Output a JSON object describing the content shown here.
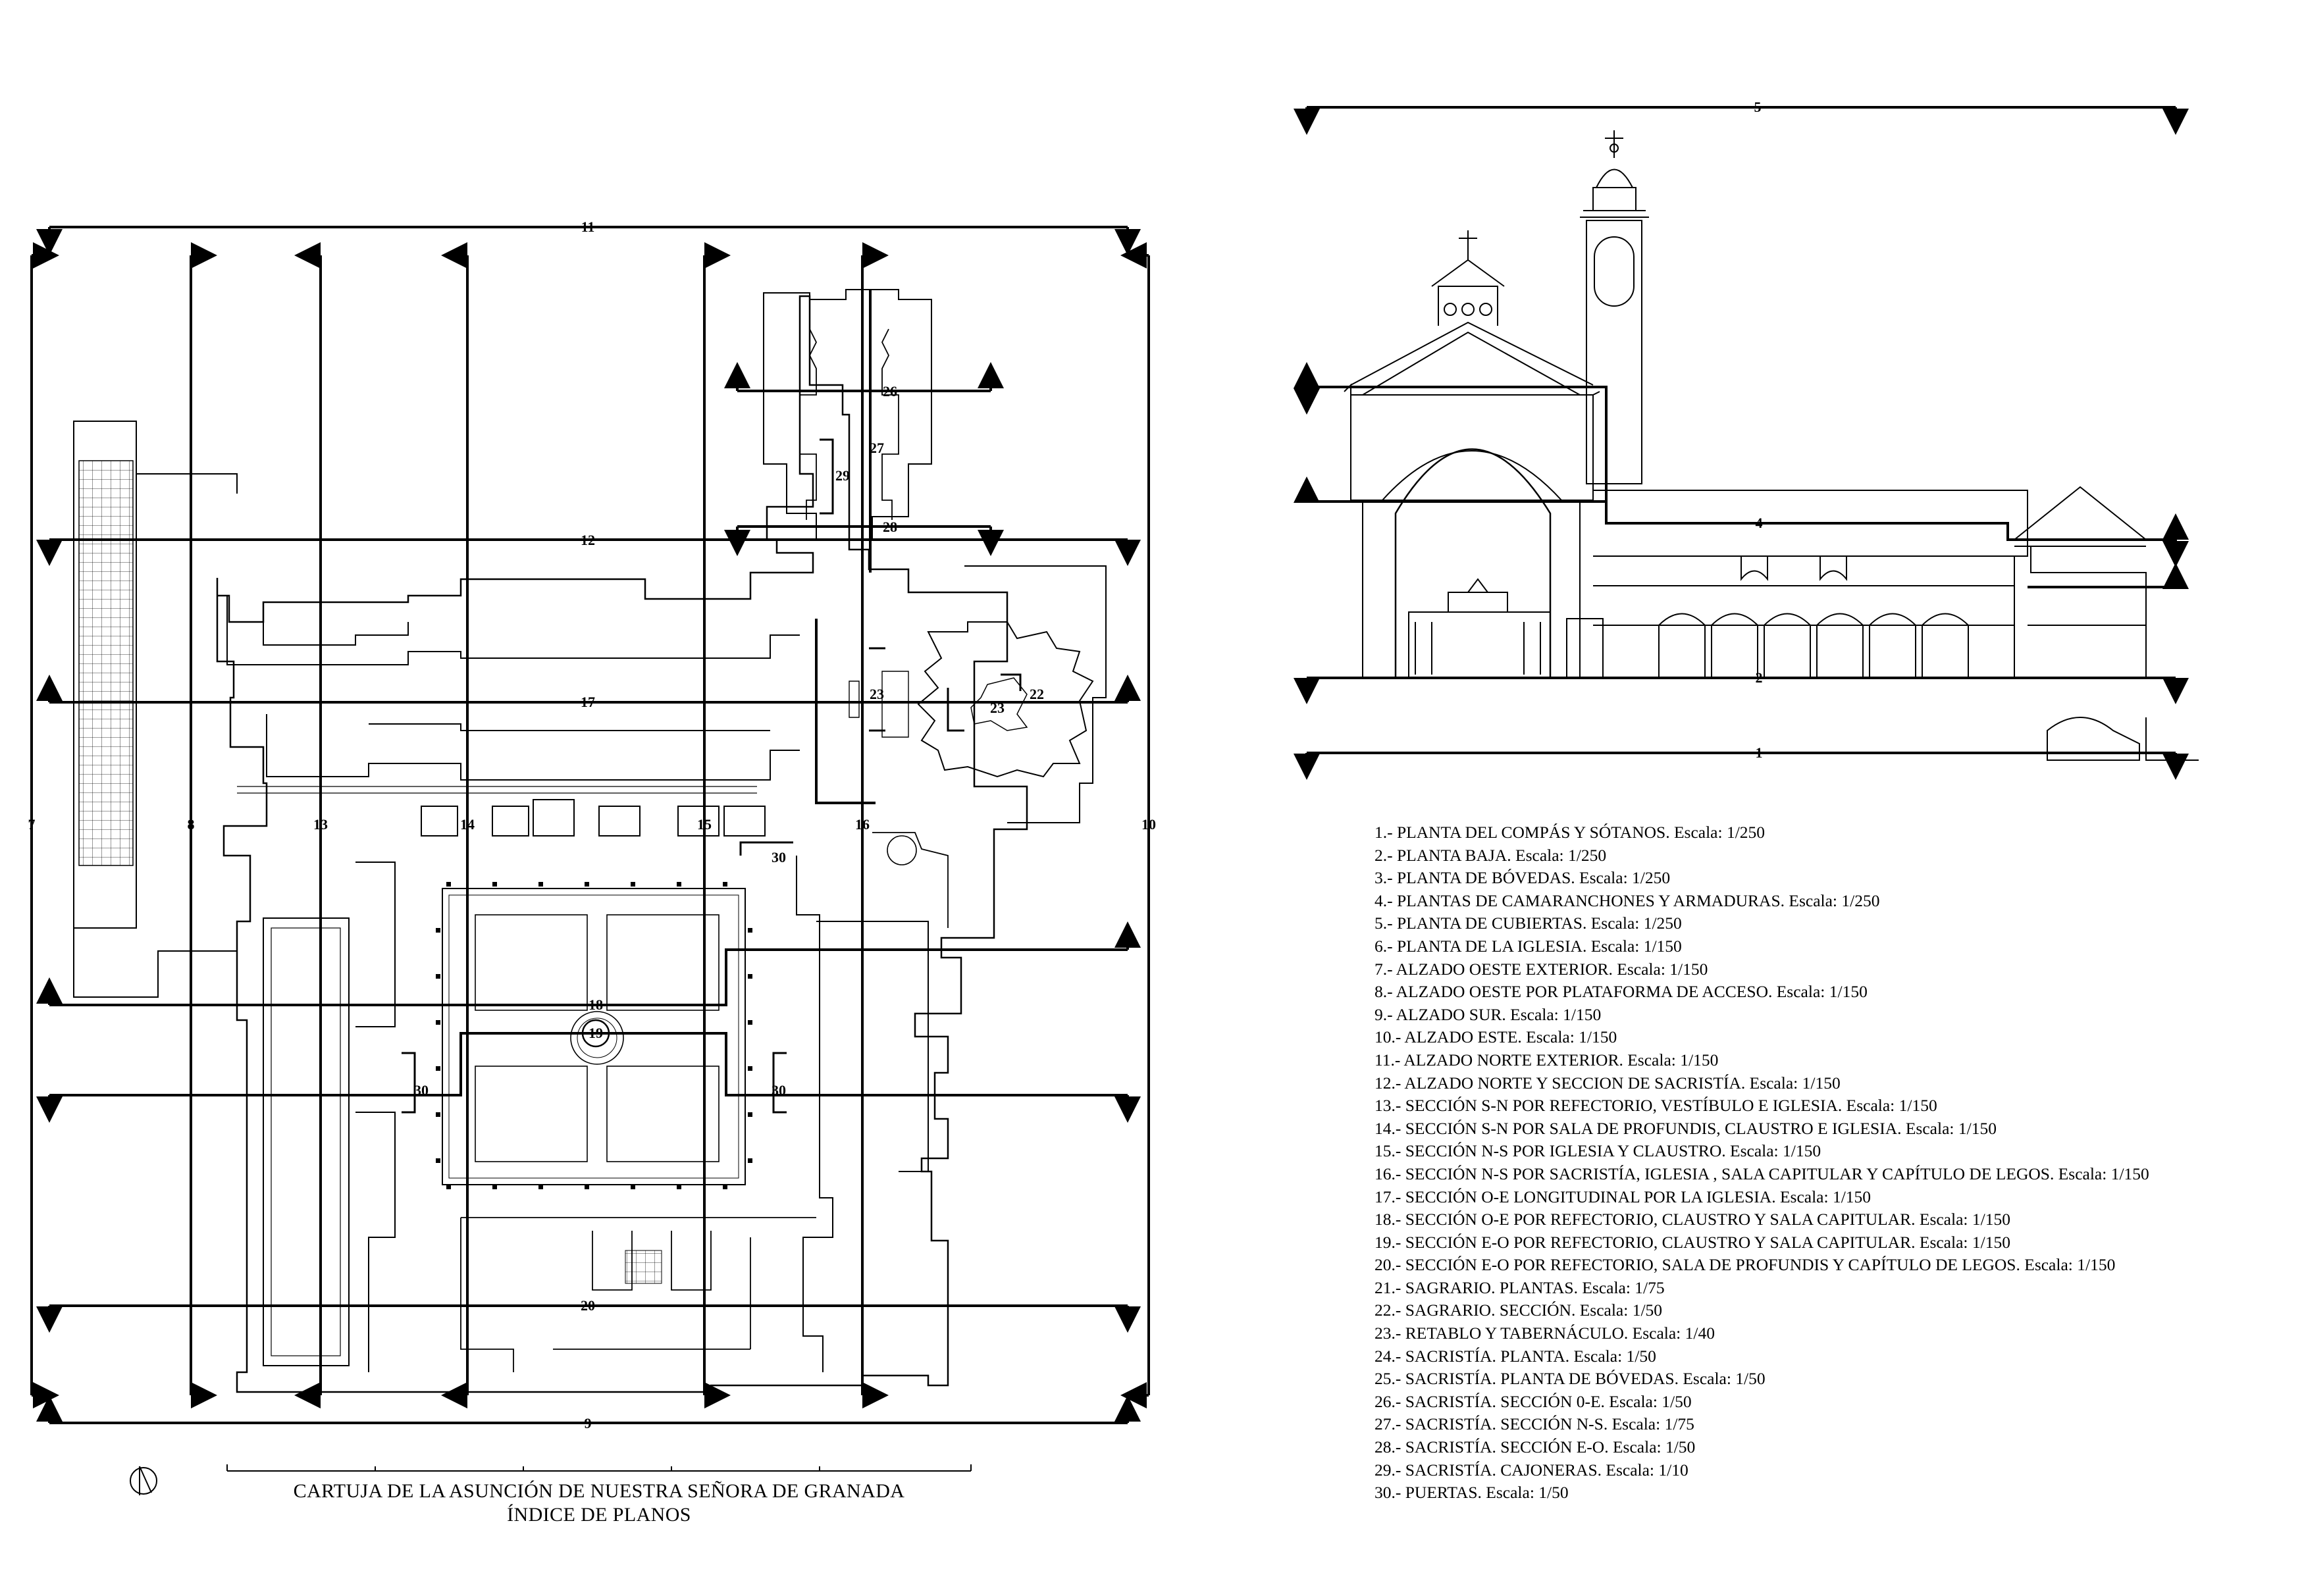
{
  "sheet": {
    "title": "CARTUJA DE LA ASUNCIÓN DE NUESTRA SEÑORA DE GRANADA",
    "subtitle": "ÍNDICE DE PLANOS"
  },
  "plan_labels": {
    "n7": "7",
    "n8": "8",
    "n9": "9",
    "n10": "10",
    "n11": "11",
    "n12": "12",
    "n13": "13",
    "n14": "14",
    "n15": "15",
    "n16": "16",
    "n17": "17",
    "n18": "18",
    "n19": "19",
    "n20": "20",
    "n22": "22",
    "n23a": "23",
    "n23b": "23",
    "n26": "26",
    "n27": "27",
    "n28": "28",
    "n29": "29",
    "n30a": "30",
    "n30b": "30",
    "n30c": "30"
  },
  "elevation_labels": {
    "n1": "1",
    "n2": "2",
    "n4": "4",
    "n5": "5"
  },
  "legend": [
    "1.- PLANTA DEL COMPÁS Y SÓTANOS. Escala: 1/250",
    "2.- PLANTA BAJA. Escala: 1/250",
    "3.- PLANTA DE BÓVEDAS. Escala: 1/250",
    "4.- PLANTAS DE CAMARANCHONES Y ARMADURAS. Escala: 1/250",
    "5.- PLANTA DE CUBIERTAS. Escala: 1/250",
    "6.- PLANTA DE LA IGLESIA. Escala: 1/150",
    "7.- ALZADO OESTE EXTERIOR. Escala: 1/150",
    "8.- ALZADO OESTE POR PLATAFORMA DE ACCESO. Escala: 1/150",
    "9.- ALZADO SUR. Escala: 1/150",
    "10.- ALZADO ESTE. Escala: 1/150",
    "11.- ALZADO NORTE EXTERIOR. Escala: 1/150",
    "12.- ALZADO NORTE Y SECCION DE SACRISTÍA. Escala: 1/150",
    "13.- SECCIÓN S-N  POR REFECTORIO, VESTÍBULO E IGLESIA. Escala: 1/150",
    "14.- SECCIÓN S-N POR SALA DE PROFUNDIS, CLAUSTRO E IGLESIA. Escala: 1/150",
    "15.- SECCIÓN N-S POR IGLESIA Y CLAUSTRO. Escala: 1/150",
    "16.- SECCIÓN N-S POR SACRISTÍA, IGLESIA , SALA CAPITULAR Y CAPÍTULO DE LEGOS. Escala: 1/150",
    "17.- SECCIÓN O-E LONGITUDINAL POR LA IGLESIA. Escala: 1/150",
    "18.- SECCIÓN O-E POR  REFECTORIO, CLAUSTRO Y SALA CAPITULAR. Escala: 1/150",
    "19.- SECCIÓN E-O POR REFECTORIO, CLAUSTRO Y SALA CAPITULAR. Escala: 1/150",
    "20.- SECCIÓN E-O POR REFECTORIO, SALA DE PROFUNDIS Y CAPÍTULO DE LEGOS. Escala: 1/150",
    "21.- SAGRARIO. PLANTAS. Escala: 1/75",
    "22.- SAGRARIO. SECCIÓN. Escala: 1/50",
    "23.- RETABLO Y TABERNÁCULO. Escala: 1/40",
    "24.- SACRISTÍA. PLANTA. Escala: 1/50",
    "25.- SACRISTÍA. PLANTA DE BÓVEDAS. Escala: 1/50",
    "26.- SACRISTÍA. SECCIÓN 0-E. Escala: 1/50",
    "27.- SACRISTÍA. SECCIÓN N-S. Escala: 1/75",
    "28.- SACRISTÍA. SECCIÓN E-O. Escala: 1/50",
    "29.- SACRISTÍA. CAJONERAS. Escala: 1/10",
    "30.- PUERTAS. Escala: 1/50"
  ]
}
